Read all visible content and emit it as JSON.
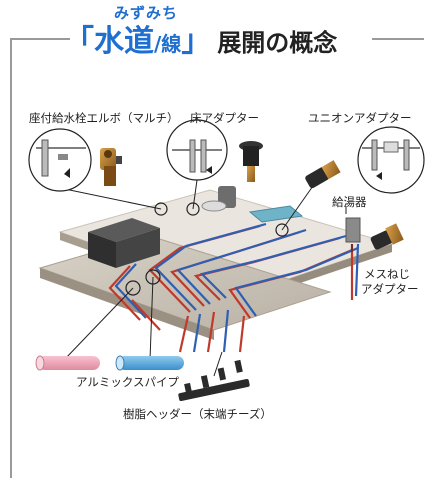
{
  "title": {
    "ruby": "みずみち",
    "bracket_open": "「",
    "keyword": "水道",
    "keyword_small": "/線",
    "bracket_close": "」",
    "rest": "展開の概念"
  },
  "labels": {
    "elbow": "座付給水栓エルボ（マルチ）",
    "floor_adapter": "床アダプター",
    "union_adapter": "ユニオンアダプター",
    "water_heater": "給湯器",
    "female_adapter_line1": "メスねじ",
    "female_adapter_line2": "アダプター",
    "pipe": "アルミックスパイプ",
    "header": "樹脂ヘッダー（末端チーズ）"
  },
  "colors": {
    "accent": "#1f6fd0",
    "hot_pipe": "#c0392b",
    "cold_pipe": "#2f5fb3",
    "pink_pipe": "#f0a6b8",
    "blue_pipe": "#4da3d9",
    "frame": "#9a9a9a"
  }
}
